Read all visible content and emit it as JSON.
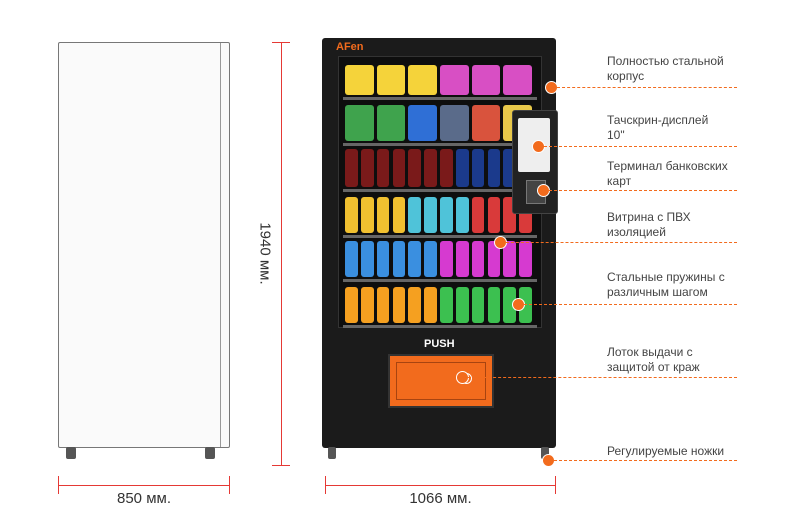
{
  "brand": "AFen",
  "push_label": "PUSH",
  "dimensions": {
    "height": "1940 мм.",
    "side_width": "850 мм.",
    "front_width": "1066 мм."
  },
  "features": [
    {
      "l1": "Полностью стальной",
      "l2": "корпус"
    },
    {
      "l1": "Тачскрин-дисплей",
      "l2": "10\""
    },
    {
      "l1": "Терминал банковских",
      "l2": "карт"
    },
    {
      "l1": "Витрина с ПВХ",
      "l2": "изоляцией"
    },
    {
      "l1": "Стальные пружины с",
      "l2": "различным шагом"
    },
    {
      "l1": "Лоток выдачи с",
      "l2": "защитой от краж"
    },
    {
      "l1": "Регулируемые ножки",
      "l2": ""
    }
  ],
  "accent": "#f26b1d",
  "dimension_color": "#e53935"
}
